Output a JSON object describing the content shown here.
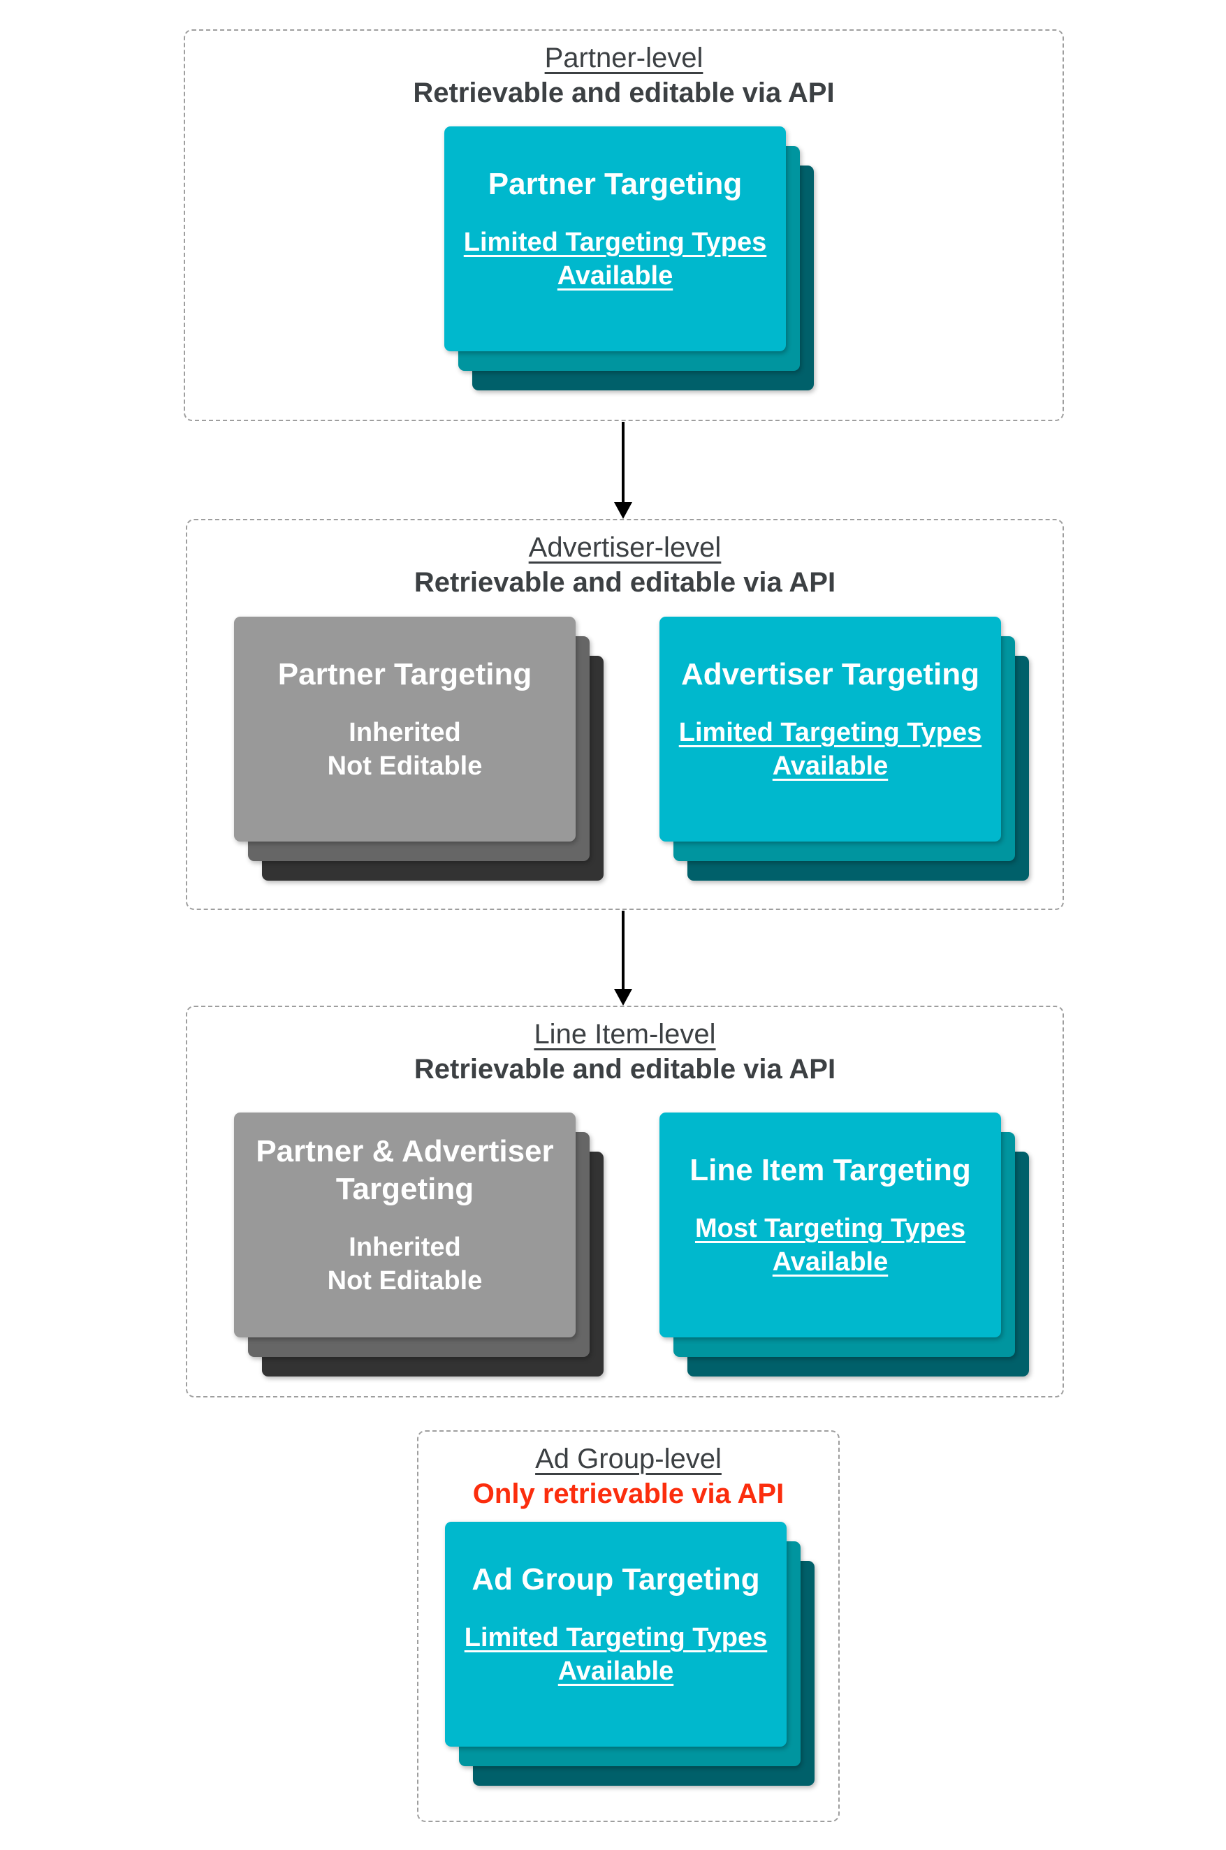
{
  "colors": {
    "teal_front": "#00b8cd",
    "teal_mid": "#00959f",
    "teal_back": "#00606a",
    "gray_front": "#999999",
    "gray_mid": "#666666",
    "gray_back": "#333333",
    "heading": "#3c4043",
    "red_accent": "#fb2d0d",
    "border_dash": "#9e9e9e",
    "arrow": "#000000",
    "card_text": "#ffffff"
  },
  "sections": [
    {
      "title": "Partner-level",
      "subtitle": "Retrievable and editable via API",
      "subtitle_color": "dark",
      "cards": [
        {
          "variant": "teal",
          "title_lines": [
            "Partner Targeting"
          ],
          "body_lines": [
            "Limited Targeting Types",
            "Available"
          ],
          "body_underline": true
        }
      ]
    },
    {
      "title": "Advertiser-level",
      "subtitle": "Retrievable and editable via API",
      "subtitle_color": "dark",
      "cards": [
        {
          "variant": "gray",
          "title_lines": [
            "Partner Targeting"
          ],
          "body_lines": [
            "Inherited",
            "Not Editable"
          ],
          "body_underline": false
        },
        {
          "variant": "teal",
          "title_lines": [
            "Advertiser Targeting"
          ],
          "body_lines": [
            "Limited Targeting Types",
            "Available"
          ],
          "body_underline": true
        }
      ]
    },
    {
      "title": "Line Item-level",
      "subtitle": "Retrievable and editable via API",
      "subtitle_color": "dark",
      "cards": [
        {
          "variant": "gray",
          "title_lines": [
            "Partner & Advertiser",
            "Targeting"
          ],
          "body_lines": [
            "Inherited",
            "Not Editable"
          ],
          "body_underline": false
        },
        {
          "variant": "teal",
          "title_lines": [
            "Line Item Targeting"
          ],
          "body_lines": [
            "Most Targeting Types",
            "Available"
          ],
          "body_underline": true
        }
      ]
    },
    {
      "title": "Ad Group-level",
      "subtitle": "Only retrievable via API",
      "subtitle_color": "red",
      "cards": [
        {
          "variant": "teal",
          "title_lines": [
            "Ad Group Targeting"
          ],
          "body_lines": [
            "Limited Targeting Types",
            "Available"
          ],
          "body_underline": true
        }
      ]
    }
  ]
}
